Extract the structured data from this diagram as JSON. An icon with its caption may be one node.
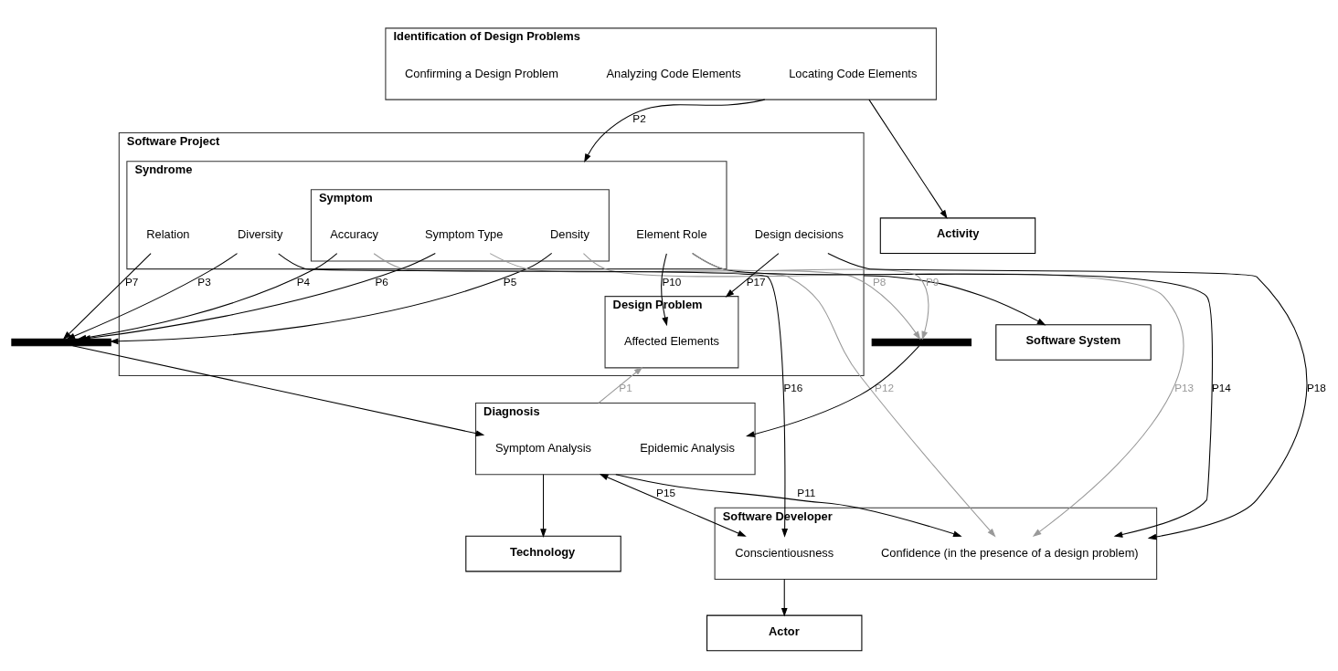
{
  "diagram": {
    "nodes": [
      {
        "text": [
          "Actor"
        ]
      },
      {
        "text": [
          "Software Developer"
        ]
      },
      {
        "text": [
          "Conscientiousness"
        ],
        "in": 1
      },
      {
        "text": [
          "Confidence (in the presence of a design problem)"
        ],
        "in": 1
      },
      {
        "text": [
          "Technology"
        ]
      },
      {
        "text": [
          "Diagnosis"
        ]
      },
      {
        "text": [
          "Symptom Analysis"
        ],
        "in": 5
      },
      {
        "text": [
          "Epidemic Analysis"
        ],
        "in": 5
      },
      {
        "text": [
          "Software System"
        ]
      },
      {
        "text": [
          "Software Project"
        ]
      },
      {
        "text": [
          "Syndrome"
        ],
        "in": 9
      },
      {
        "text": [
          "Symptom"
        ],
        "in": 10
      },
      {
        "text": [
          "Density"
        ],
        "in": 11
      },
      {
        "text": [
          "Accuracy"
        ],
        "in": 11
      },
      {
        "text": [
          "Symptom Type"
        ],
        "in": 11
      },
      {
        "text": [
          "Diversity"
        ],
        "in": 10
      },
      {
        "text": [
          "Relation"
        ],
        "in": 10
      },
      {
        "text": [
          "Element Role"
        ],
        "in": 10
      },
      {
        "text": [
          "Design Problem"
        ],
        "in": 9
      },
      {
        "text": [
          "Affected Elements"
        ],
        "in": 18
      },
      {
        "text": [
          "Design decisions"
        ],
        "in": 9
      },
      {
        "text": [
          "Activity"
        ]
      },
      {
        "text": [
          "Identification of Design Problems"
        ]
      },
      {
        "text": [
          "Locating Code Elements"
        ],
        "in": 22
      },
      {
        "text": [
          "Analyzing Code Elements"
        ],
        "in": 22
      },
      {
        "text": [
          "Confirming a Design Problem"
        ],
        "in": 22
      },
      {
        "text": [],
        "shape": "bar"
      },
      {
        "text": [],
        "shape": "bar"
      }
    ],
    "edges": [
      {
        "from": 1,
        "to": 0,
        "arrow": "to"
      },
      {
        "from": 5,
        "to": 4,
        "arrow": "to"
      },
      {
        "from": 9,
        "to": 8,
        "arrow": "to"
      },
      {
        "from": 22,
        "to": 21,
        "arrow": "to"
      },
      {
        "from": 5,
        "to": 18,
        "arrow": "to",
        "label": "P1",
        "color": "#999999"
      },
      {
        "from": 22,
        "to": 10,
        "arrow": "to",
        "label": "P2"
      },
      {
        "from": 15,
        "to": 26,
        "arrow": "to",
        "label": "P3"
      },
      {
        "from": 13,
        "to": 26,
        "arrow": "to",
        "label": "P4"
      },
      {
        "from": 12,
        "to": 26,
        "arrow": "to",
        "label": "P5"
      },
      {
        "from": 14,
        "to": 26,
        "arrow": "to",
        "label": "P6"
      },
      {
        "from": 16,
        "to": 26,
        "arrow": "to",
        "label": "P7"
      },
      {
        "from": 14,
        "to": 27,
        "arrow": "to",
        "label": "P8",
        "color": "#999999"
      },
      {
        "from": 17,
        "to": 27,
        "arrow": "to",
        "label": "P9",
        "color": "#999999"
      },
      {
        "from": 17,
        "to": 19,
        "arrow": "to",
        "label": "P10"
      },
      {
        "from": 5,
        "to": 3,
        "arrow": "to",
        "label": "P11"
      },
      {
        "from": 13,
        "to": 3,
        "arrow": "to",
        "label": "P12",
        "color": "#999999"
      },
      {
        "from": 12,
        "to": 3,
        "arrow": "to",
        "label": "P13",
        "color": "#999999"
      },
      {
        "from": 17,
        "to": 3,
        "arrow": "to",
        "label": "P14"
      },
      {
        "from": 5,
        "to": 2,
        "arrow": "both",
        "label": "P15"
      },
      {
        "from": 15,
        "to": 2,
        "arrow": "to",
        "label": "P16"
      },
      {
        "from": 20,
        "to": 18,
        "arrow": "to",
        "label": "P17"
      },
      {
        "from": 20,
        "to": 3,
        "arrow": "to",
        "label": "P18"
      },
      {
        "from": 26,
        "to": 6,
        "arrow": "to"
      },
      {
        "from": 27,
        "to": 7,
        "arrow": "to"
      }
    ]
  }
}
